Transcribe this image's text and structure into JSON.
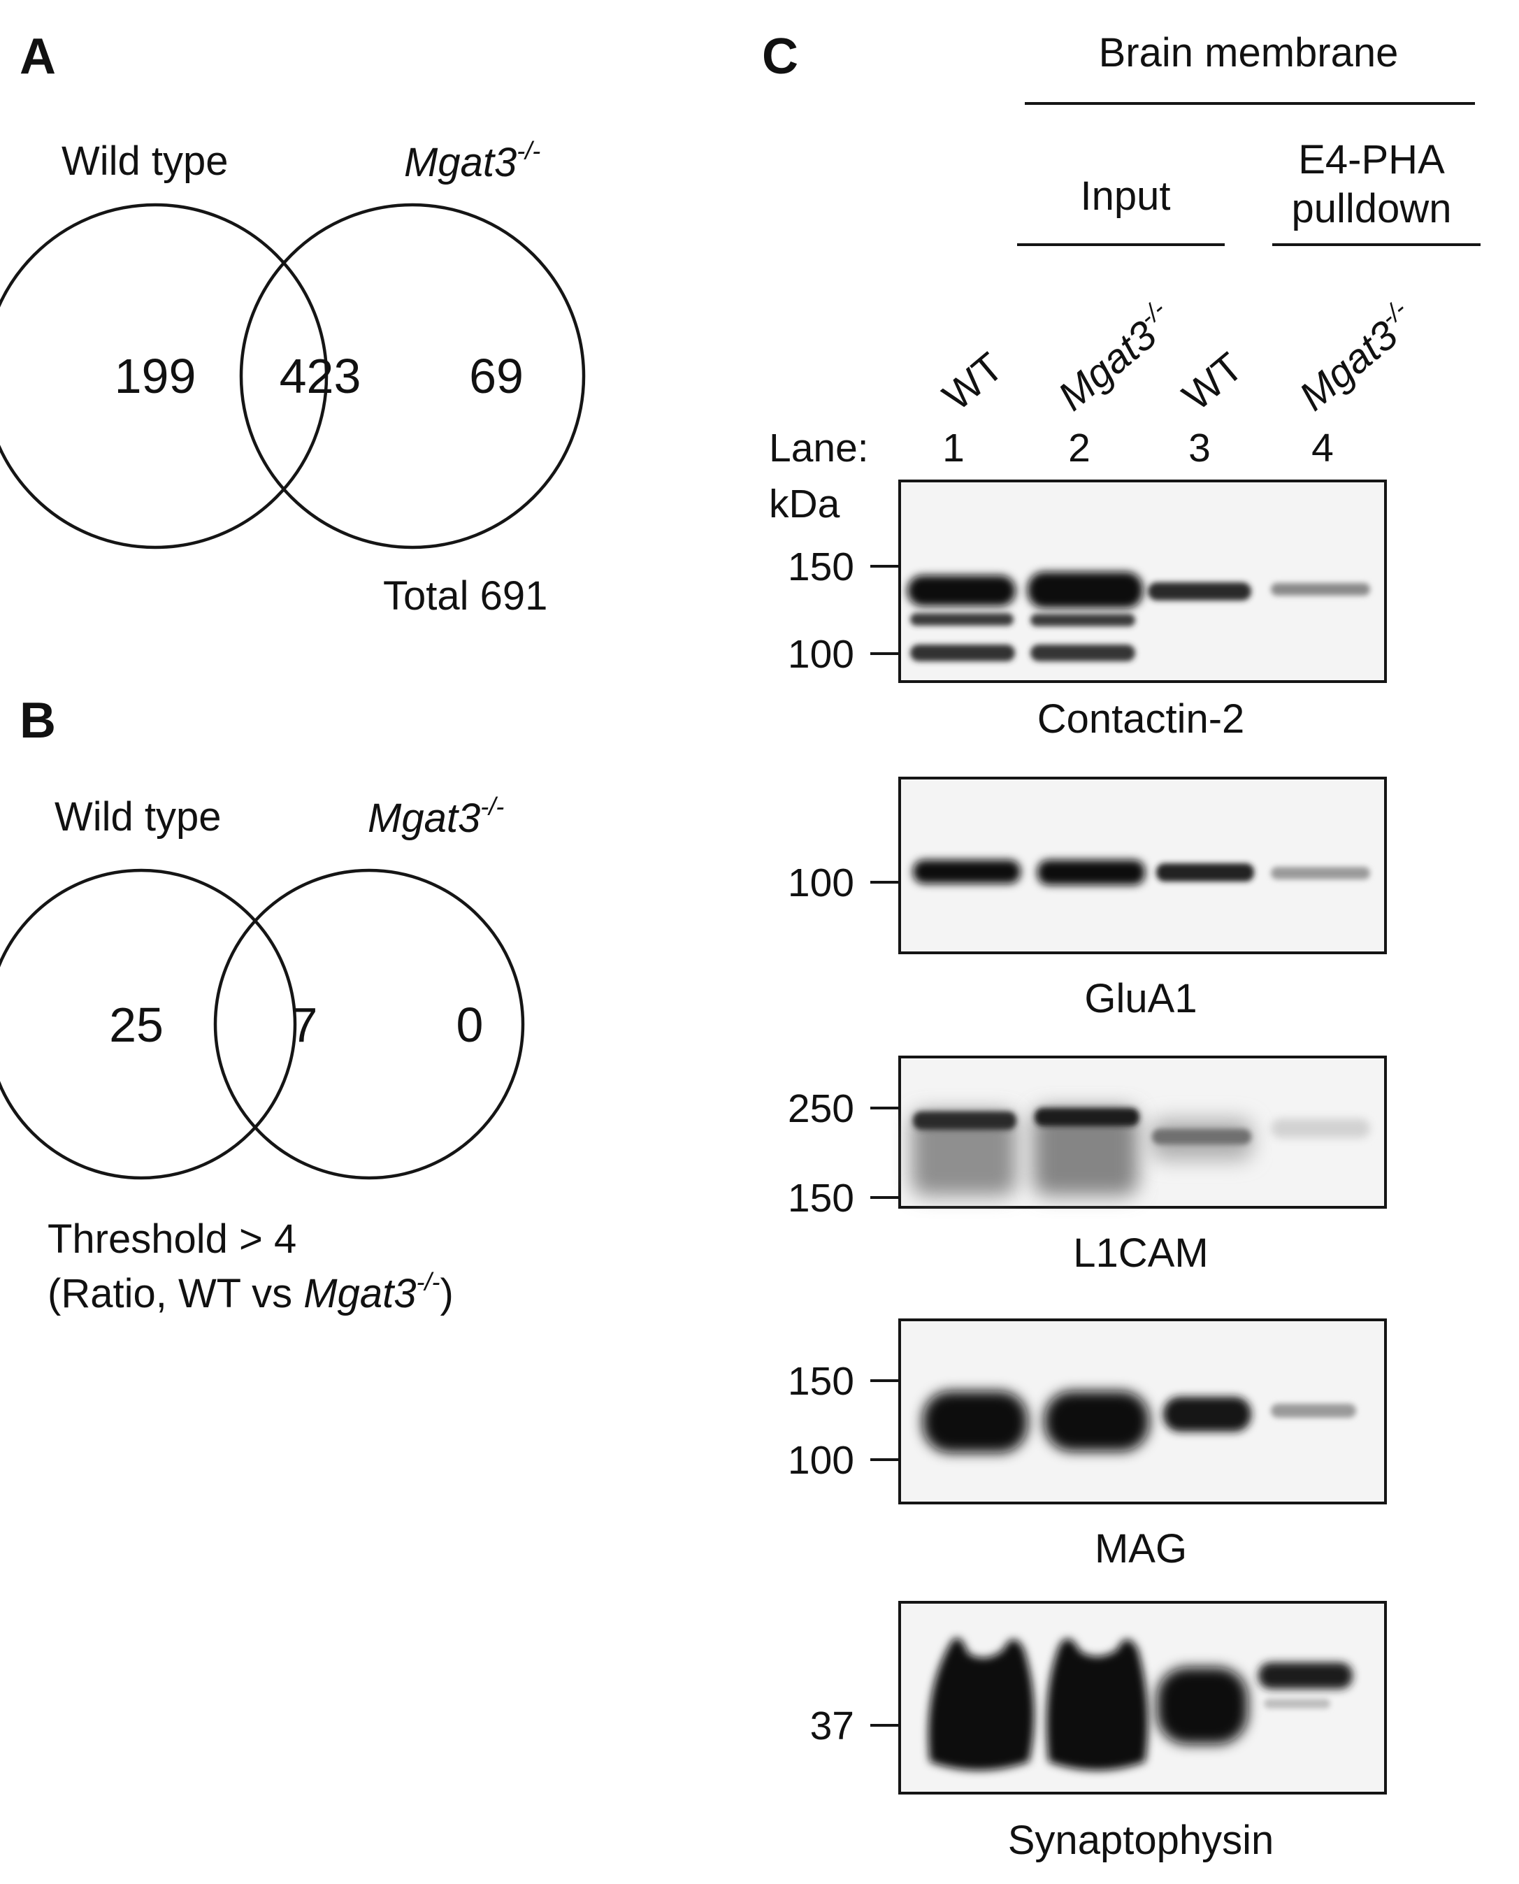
{
  "panel_a": {
    "label": "A",
    "left_name": "Wild type",
    "right_name": "Mgat3",
    "right_sup": "-/-",
    "left_only": "199",
    "overlap": "423",
    "right_only": "69",
    "total": "Total 691"
  },
  "panel_b": {
    "label": "B",
    "left_name": "Wild type",
    "right_name": "Mgat3",
    "right_sup": "-/-",
    "left_only": "25",
    "overlap": "7",
    "right_only": "0",
    "threshold": "Threshold > 4",
    "ratio_prefix": "(Ratio, WT vs ",
    "ratio_gene": "Mgat3",
    "ratio_sup": "-/-",
    "ratio_suffix": ")"
  },
  "panel_c": {
    "label": "C",
    "header": "Brain membrane",
    "group_input": "Input",
    "group_pulldown_line1": "E4-PHA",
    "group_pulldown_line2": "pulldown",
    "lane_prefix": "Lane:",
    "kda": "kDa",
    "lanes": [
      {
        "number": "1",
        "sample": "WT",
        "sup": ""
      },
      {
        "number": "2",
        "sample": "Mgat3",
        "sup": "-/-"
      },
      {
        "number": "3",
        "sample": "WT",
        "sup": ""
      },
      {
        "number": "4",
        "sample": "Mgat3",
        "sup": "-/-"
      }
    ],
    "blots": [
      {
        "protein": "Contactin-2",
        "markers": [
          "150",
          "100"
        ],
        "band_intensity": [
          1.0,
          1.0,
          0.75,
          0.3
        ]
      },
      {
        "protein": "GluA1",
        "markers": [
          "100"
        ],
        "band_intensity": [
          0.95,
          0.95,
          0.8,
          0.25
        ]
      },
      {
        "protein": "L1CAM",
        "markers": [
          "250",
          "150"
        ],
        "band_intensity": [
          0.85,
          0.9,
          0.45,
          0.1
        ]
      },
      {
        "protein": "MAG",
        "markers": [
          "150",
          "100"
        ],
        "band_intensity": [
          1.0,
          1.0,
          0.9,
          0.35
        ]
      },
      {
        "protein": "Synaptophysin",
        "markers": [
          "37"
        ],
        "band_intensity": [
          1.0,
          1.0,
          0.95,
          0.8
        ]
      }
    ]
  }
}
